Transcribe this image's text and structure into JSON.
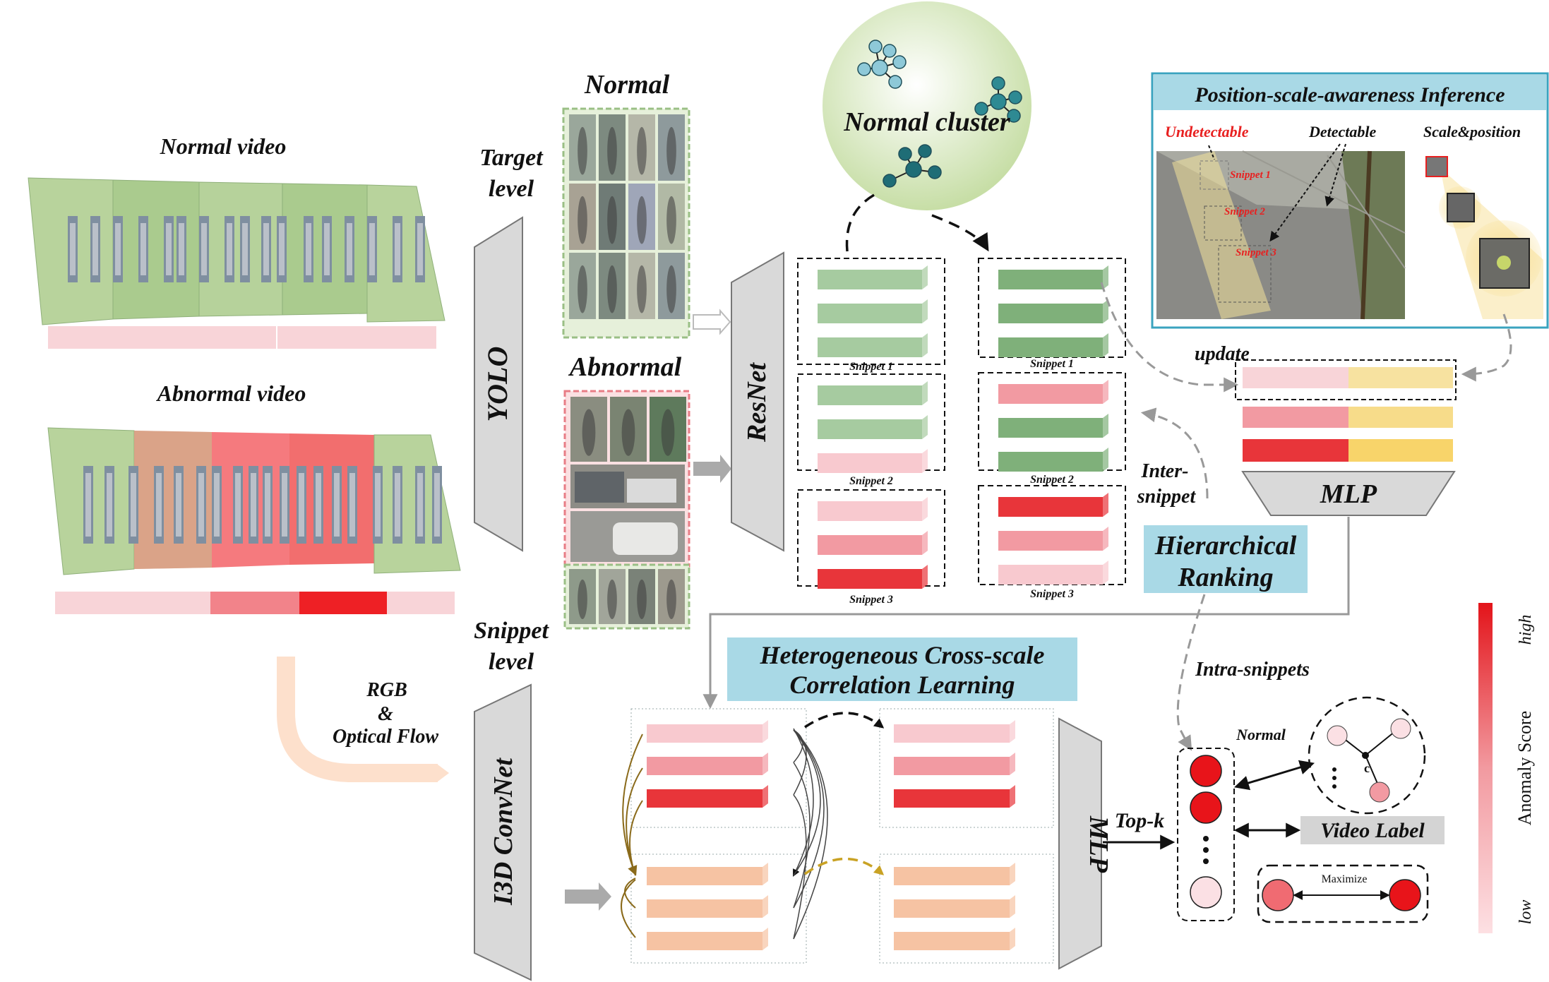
{
  "labels": {
    "normal_video": "Normal video",
    "abnormal_video": "Abnormal  video",
    "rgb": "RGB",
    "amp": "&",
    "optical_flow": "Optical Flow",
    "target_level": [
      "Target",
      "level"
    ],
    "snippet_level": [
      "Snippet",
      "level"
    ],
    "yolo": "YOLO",
    "i3d": "I3D  ConvNet",
    "normal": "Normal",
    "abnormal": "Abnormal",
    "resnet": "ResNet",
    "normal_cluster": "Normal cluster",
    "snippets": [
      "Snippet 1",
      "Snippet 2",
      "Snippet 3"
    ],
    "psa_title": "Position-scale-awareness Inference",
    "undetectable": "Undetectable",
    "detectable": "Detectable",
    "scale_position": "Scale&position",
    "photo_snippets": [
      "Snippet 1",
      "Snippet 2",
      "Snippet 3"
    ],
    "update": "update",
    "mlp_top": "MLP",
    "inter_snippet": [
      "Inter-",
      "snippet"
    ],
    "hierarchical_ranking": [
      "Hierarchical",
      "Ranking"
    ],
    "hccl": [
      "Heterogeneous Cross-scale",
      "Correlation Learning"
    ],
    "intra_snippets": "Intra-snippets",
    "mlp_bottom": "MLP",
    "topk": "Top-k",
    "normal_small": "Normal",
    "c": "c",
    "video_label": "Video Label",
    "maximize": "Maximize",
    "anomaly_score": "Anomaly Score",
    "high": "high",
    "low": "low"
  },
  "colors": {
    "green_frame": "#a9c98e",
    "pink_light": "#f8c9cf",
    "pink_mid": "#f28d95",
    "red": "#e8353a",
    "green_bar": "#8fbf8a",
    "peach": "#f6c3a3",
    "blue_box": "#a8d8e4",
    "yellow": "#f7dc8a"
  },
  "icons": [
    "cluster-node-icon",
    "photo-placeholder-icon",
    "arrow-icon"
  ]
}
